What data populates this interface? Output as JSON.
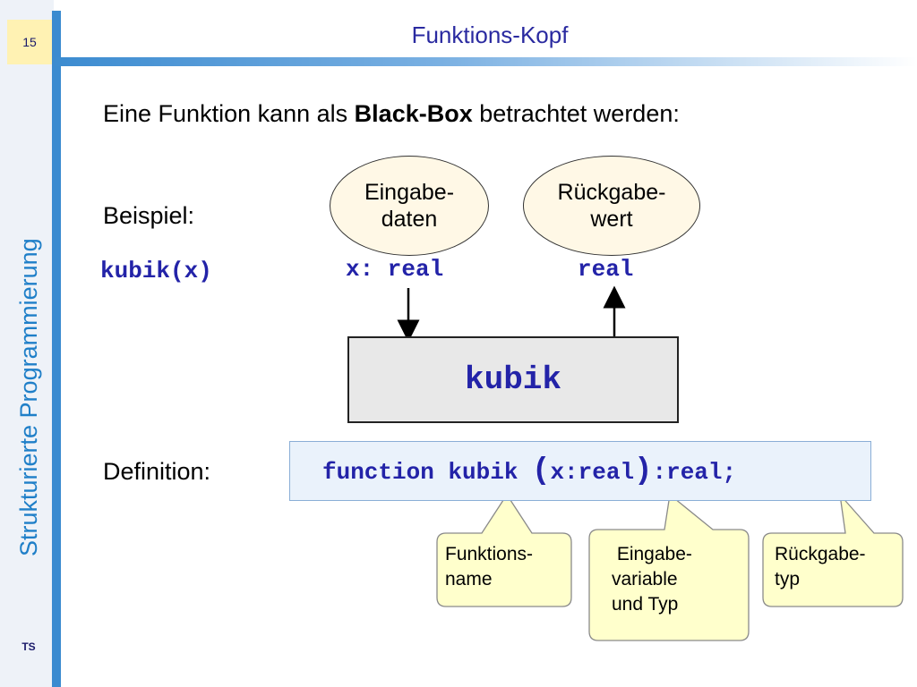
{
  "page_number": "15",
  "title": "Funktions-Kopf",
  "sidebar_title": "Strukturierte Programmierung",
  "author_initials": "TS",
  "intro": {
    "before": "Eine Funktion kann als ",
    "bold": "Black-Box",
    "after": " betrachtet werden:"
  },
  "example_label": "Beispiel:",
  "example_call": "kubik(x)",
  "input_bubble": {
    "line1": "Eingabe-",
    "line2": "daten"
  },
  "output_bubble": {
    "line1": "Rückgabe-",
    "line2": "wert"
  },
  "input_param": "x: real",
  "return_type": "real",
  "black_box_label": "kubik",
  "definition_label": "Definition:",
  "code": {
    "keyword": "function kubik ",
    "open_paren": "(",
    "params": "x:real",
    "close_paren": ")",
    "return": ":real;"
  },
  "callouts": {
    "function_name": {
      "line1": "Funktions-",
      "line2": "name"
    },
    "input_variable": {
      "line1": " Eingabe-",
      "line2": "variable",
      "line3": "und Typ"
    },
    "return_type": {
      "line1": "Rückgabe-",
      "line2": "typ"
    }
  },
  "colors": {
    "accent_blue": "#3b8bd0",
    "code_blue": "#2323a8",
    "title_blue": "#2a2aa0",
    "callout_fill": "#ffffcc",
    "bubble_fill": "#fff8e6"
  }
}
